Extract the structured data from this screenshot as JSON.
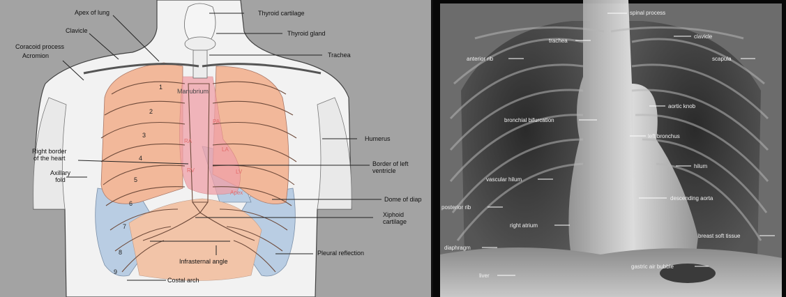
{
  "anatomy": {
    "labels": {
      "apex_of_lung": "Apex of lung",
      "clavicle": "Clavicle",
      "coracoid_process": "Coracoid process",
      "acromion": "Acromion",
      "thyroid_cartilage": "Thyroid cartilage",
      "thyroid_gland": "Thyroid gland",
      "trachea": "Trachea",
      "humerus": "Humerus",
      "right_border_heart": "Right border\nof the heart",
      "axillary_fold": "Axillary\nfold",
      "border_left_ventricle": "Border of left\nventricle",
      "dome_of_diaphragm": "Dome of diap",
      "xiphoid_cartilage": "Xiphoid\ncartilage",
      "pleural_reflection": "Pleural reflection",
      "infrasternal_angle": "Infrasternal angle",
      "costal_arch": "Costal arch",
      "manubrium": "Manubrium"
    },
    "rib_numbers": [
      "1",
      "2",
      "3",
      "4",
      "5",
      "6",
      "7",
      "8",
      "9"
    ],
    "heart_labels": {
      "ra": "RA",
      "la": "LA",
      "lv": "LV",
      "rv": "RV",
      "pa": "PA",
      "apex": "Apex"
    }
  },
  "xray": {
    "labels": {
      "spinal_process": "spinal process",
      "trachea": "trachea",
      "clavicle": "clavicle",
      "anterior_rib": "anterior rib",
      "scapula": "scapula",
      "aortic_knob": "aortic knob",
      "bronchial_bifurcation": "bronchial bifurcation",
      "left_bronchus": "left bronchus",
      "hilum": "hilum",
      "vascular_hilum": "vascular hilum",
      "descending_aorta": "descending aorta",
      "posterior_rib": "posterior rib",
      "right_atrium": "right atrium",
      "breast_soft_tissue": "breast soft tissue",
      "diaphragm": "diaphragm",
      "gastric_air_bubble": "gastric air bubble",
      "liver": "liver"
    }
  },
  "colors": {
    "left_bg": "#a3a3a3",
    "lung_pink": "#f2b89a",
    "pleura_blue": "#b9cde3",
    "heart_pink": "#f0a0a8",
    "xray_bg": "#080808"
  }
}
